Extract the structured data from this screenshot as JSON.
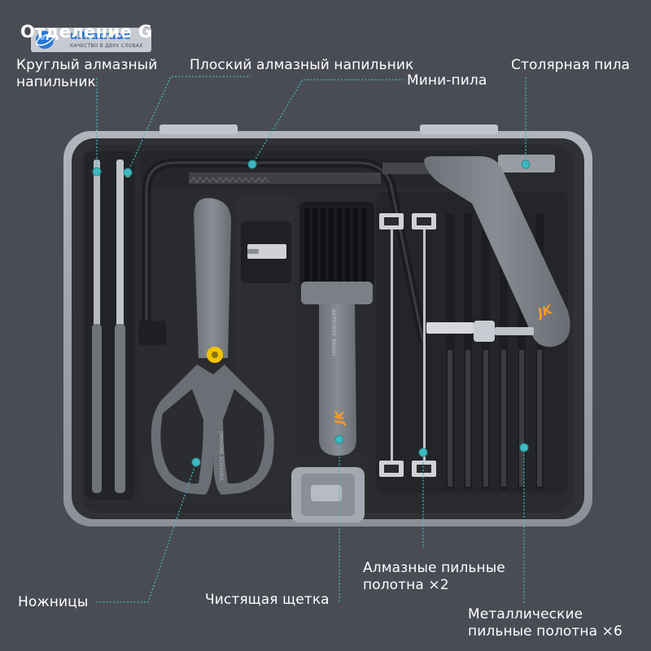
{
  "title": "Отделение G",
  "watermark": {
    "brand": "ultratrade",
    "tagline": "КАЧЕСТВО В ДВУХ СЛОВАХ"
  },
  "labels": {
    "round_file": "Круглый алмазный\nнапильник",
    "flat_file": "Плоский алмазный напильник",
    "mini_saw": "Мини-пила",
    "joiner_saw": "Столярная пила",
    "scissors": "Ножницы",
    "brush": "Чистящая щетка",
    "diamond_blades": "Алмазные пильные\nполотна ×2",
    "metal_blades": "Металлические\nпильные полотна ×6"
  },
  "tool_prints": {
    "brand_mark": "JK",
    "brush_text": "ANTISTATIC BRUSH",
    "scissors_text": "JIMIHOME SCISSORS"
  },
  "colors": {
    "background": "#4a4c55",
    "case_outer": "#a9abb4",
    "case_inner": "#2f3034",
    "tray": "#27282b",
    "tool_gray": "#7b7d85",
    "accent": "#ff9b1f",
    "marker": "#3fb8c0"
  }
}
